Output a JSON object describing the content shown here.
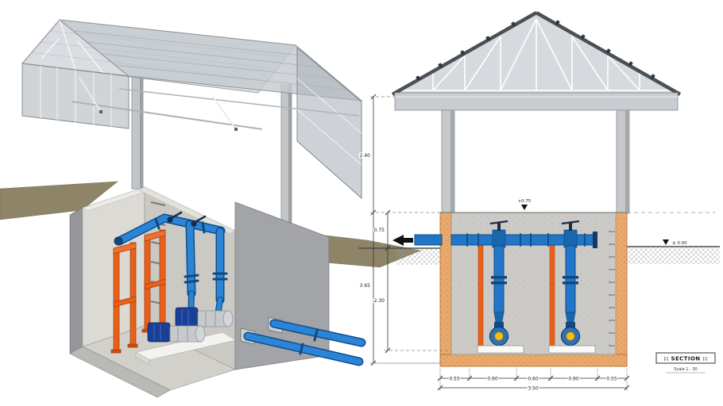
{
  "drawing": {
    "section": {
      "title": ":: SECTION ::",
      "scale": "Scale 1 : 30",
      "levels": {
        "tank_top": "+0.75",
        "ground": "± 0.00"
      },
      "dims": {
        "roof_to_tank_top": "2.40",
        "tank_top_to_ground": "0.75",
        "tank_total_depth": "3.65",
        "ground_to_floor": "2.30",
        "bottom_segments": [
          "0.55",
          "0.90",
          "0.60",
          "0.90",
          "0.55"
        ],
        "bottom_overall": "3.50"
      }
    },
    "colors": {
      "pipe_blue": "#2176c7",
      "pipe_dark": "#0f4e8c",
      "rail_orange": "#e8601a",
      "lining_tan": "#e9a96d",
      "ground_olive": "#8e8568",
      "pump_hub_yellow": "#eebd1f",
      "concrete_gray": "#cbcac6"
    }
  }
}
